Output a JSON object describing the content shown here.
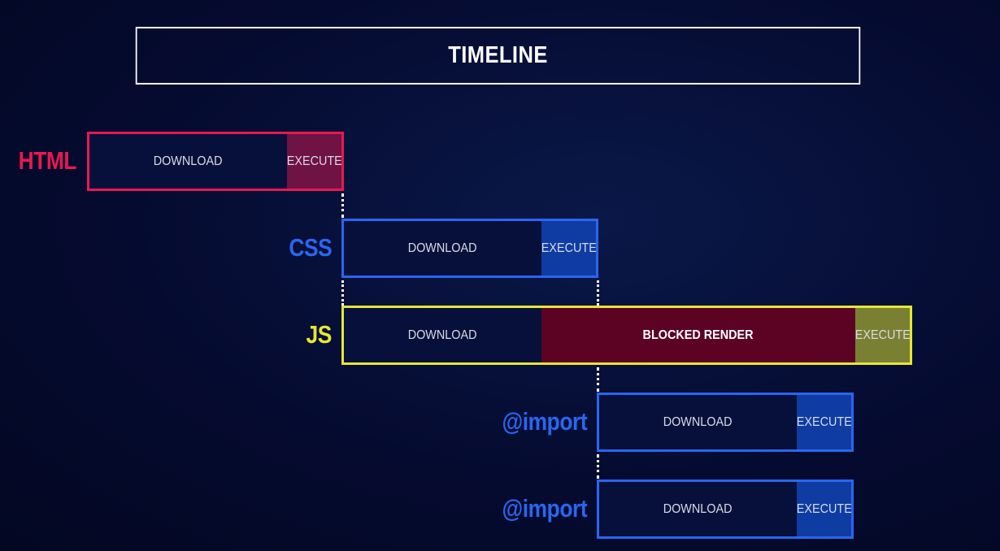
{
  "title": "TIMELINE",
  "colors": {
    "html": "#e8184f",
    "html_execute": "#6f1244",
    "css": "#2a66f0",
    "css_execute": "#0f3ca2",
    "js": "#e6e635",
    "js_blocked": "#5c0324",
    "js_execute": "#7a8032",
    "download_fill": "#07103a"
  },
  "rows": [
    {
      "key": "html",
      "label": "HTML",
      "download": "DOWNLOAD",
      "execute": "EXECUTE"
    },
    {
      "key": "css",
      "label": "CSS",
      "download": "DOWNLOAD",
      "execute": "EXECUTE"
    },
    {
      "key": "js",
      "label": "JS",
      "download": "DOWNLOAD",
      "blocked": "BLOCKED RENDER",
      "execute": "EXECUTE"
    },
    {
      "key": "import1",
      "label": "@import",
      "download": "DOWNLOAD",
      "execute": "EXECUTE"
    },
    {
      "key": "import2",
      "label": "@import",
      "download": "DOWNLOAD",
      "execute": "EXECUTE"
    }
  ]
}
